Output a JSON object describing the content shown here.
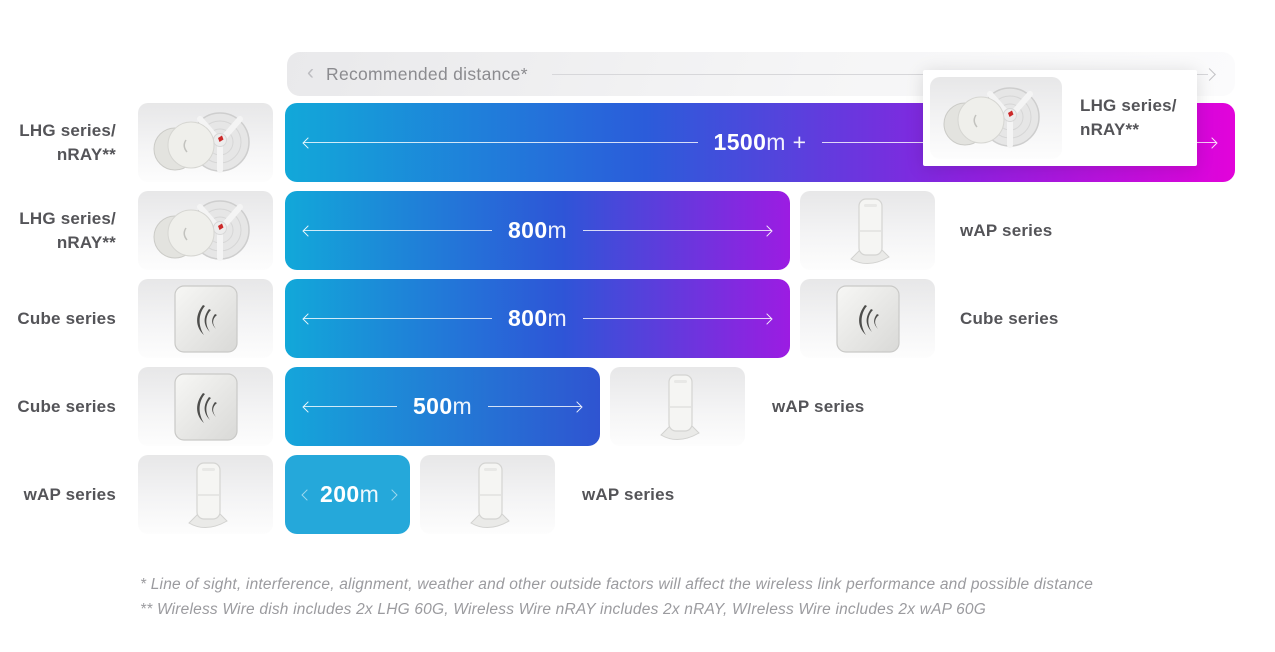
{
  "header": {
    "title": "Recommended distance*",
    "back_chevron": "‹"
  },
  "rows": [
    {
      "left_label_line1": "LHG series/",
      "left_label_line2": "nRAY**",
      "left_device": "lhg-dish-antenna",
      "distance_value": "1500",
      "distance_unit": "m +",
      "right_label_line1": "LHG series/",
      "right_label_line2": "nRAY**",
      "right_device": "lhg-dish-antenna"
    },
    {
      "left_label_line1": "LHG series/",
      "left_label_line2": "nRAY**",
      "left_device": "lhg-dish-antenna",
      "distance_value": "800",
      "distance_unit": "m",
      "right_label": "wAP series",
      "right_device": "wap-access-point"
    },
    {
      "left_label_line1": "Cube series",
      "left_device": "cube-antenna",
      "distance_value": "800",
      "distance_unit": "m",
      "right_label": "Cube series",
      "right_device": "cube-antenna"
    },
    {
      "left_label_line1": "Cube series",
      "left_device": "cube-antenna",
      "distance_value": "500",
      "distance_unit": "m",
      "right_label": "wAP series",
      "right_device": "wap-access-point"
    },
    {
      "left_label_line1": "wAP series",
      "left_device": "wap-access-point",
      "distance_value": "200",
      "distance_unit": "m",
      "right_label": "wAP series",
      "right_device": "wap-access-point"
    }
  ],
  "footnotes": {
    "line1": "* Line of sight, interference, alignment, weather and other outside factors will affect the wireless link performance and possible distance",
    "line2": "** Wireless Wire dish includes 2x LHG 60G, Wireless Wire nRAY includes 2x nRAY, WIreless Wire includes 2x wAP 60G"
  },
  "colors": {
    "bar_cyan": "#12a8d9",
    "bar_blue": "#2e55d7",
    "bar_purple": "#9c1ce2",
    "bar_magenta": "#e203da",
    "bar_solid_cyan": "#25a8da",
    "label_text": "#545458",
    "header_text": "#8b8b8f",
    "footnote_text": "#9b9b9f"
  },
  "chart_data": {
    "type": "bar",
    "orientation": "horizontal",
    "title": "Recommended distance*",
    "categories": [
      "LHG series/nRAY** — LHG series/nRAY**",
      "LHG series/nRAY** — wAP series",
      "Cube series — Cube series",
      "Cube series — wAP series",
      "wAP series — wAP series"
    ],
    "values": [
      1500,
      800,
      800,
      500,
      200
    ],
    "value_labels": [
      "1500m +",
      "800m",
      "800m",
      "500m",
      "200m"
    ],
    "unit": "m",
    "xlim": [
      0,
      1600
    ],
    "legend_position": "none",
    "grid": false
  }
}
